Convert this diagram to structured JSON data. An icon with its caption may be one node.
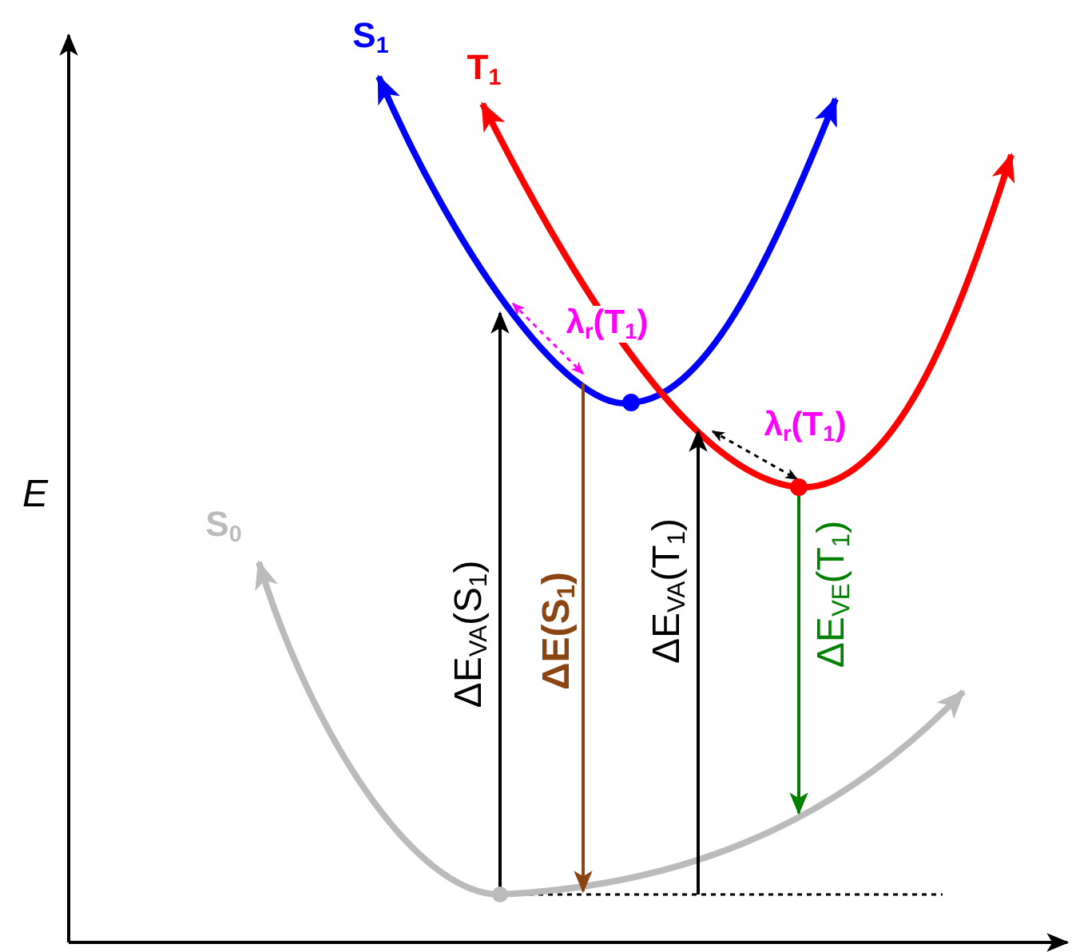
{
  "diagram": {
    "labels": [
      "E",
      "S$_{1}$",
      "T$_{1}$",
      "λ$_{r}$(T$_{1}$)",
      "λ$_{r}$(T$_{1}$)",
      "S$_{0}$",
      "ΔE$_{VA}$(S$_{1}$)",
      "ΔE(S$_{1}$)",
      "ΔE$_{VA}$(T$_{1}$)",
      "ΔE$_{VE}$(T$_{1}$)"
    ]
  }
}
